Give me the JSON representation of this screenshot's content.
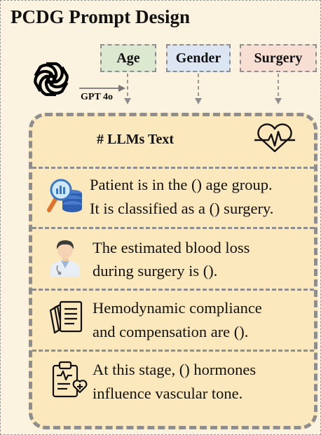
{
  "title": "PCDG Prompt Design",
  "model": {
    "label": "GPT 4o",
    "icon": "openai-logo-icon"
  },
  "tags": [
    {
      "label": "Age",
      "color": "#dde8d0"
    },
    {
      "label": "Gender",
      "color": "#dce6f3"
    },
    {
      "label": "Surgery",
      "color": "#f7dfd3"
    }
  ],
  "panel": {
    "title": "# LLMs Text",
    "header_icon": "heartbeat-icon",
    "rows": [
      {
        "icon": "database-search-icon",
        "lines": [
          "Patient is in the () age group.",
          "It is classified as a () surgery."
        ]
      },
      {
        "icon": "doctor-icon",
        "lines": [
          "The estimated blood loss",
          "during surgery is ()."
        ]
      },
      {
        "icon": "documents-icon",
        "lines": [
          "Hemodynamic compliance",
          "and compensation are ()."
        ]
      },
      {
        "icon": "medical-clipboard-icon",
        "lines": [
          "At this stage, () hormones",
          "influence vascular tone."
        ]
      }
    ]
  },
  "colors": {
    "page_bg": "#fbf3df",
    "panel_bg": "#fbe8bd",
    "border": "#8e8e8e"
  }
}
